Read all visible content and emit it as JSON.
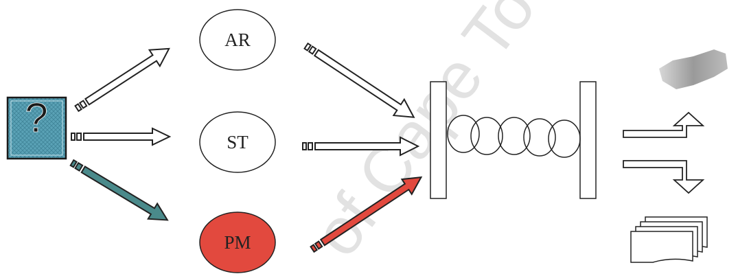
{
  "nodes": {
    "ar": {
      "label": "AR"
    },
    "st": {
      "label": "ST"
    },
    "pm": {
      "label": "PM",
      "fill": "#e2493e"
    }
  },
  "question_box": {
    "symbol": "?",
    "fill": "#5aa2b6",
    "icon": "question-mark-icon"
  },
  "watermark": "of Cape Town",
  "colors": {
    "outline": "#222222",
    "teal_arrow": "#4a8a8b",
    "red_arrow": "#e2493e",
    "watermark": "#e2e2e2"
  },
  "icons": {
    "outputs": [
      "ribbon-image-icon",
      "up-turn-arrow-icon",
      "down-turn-arrow-icon",
      "document-stack-icon"
    ]
  }
}
